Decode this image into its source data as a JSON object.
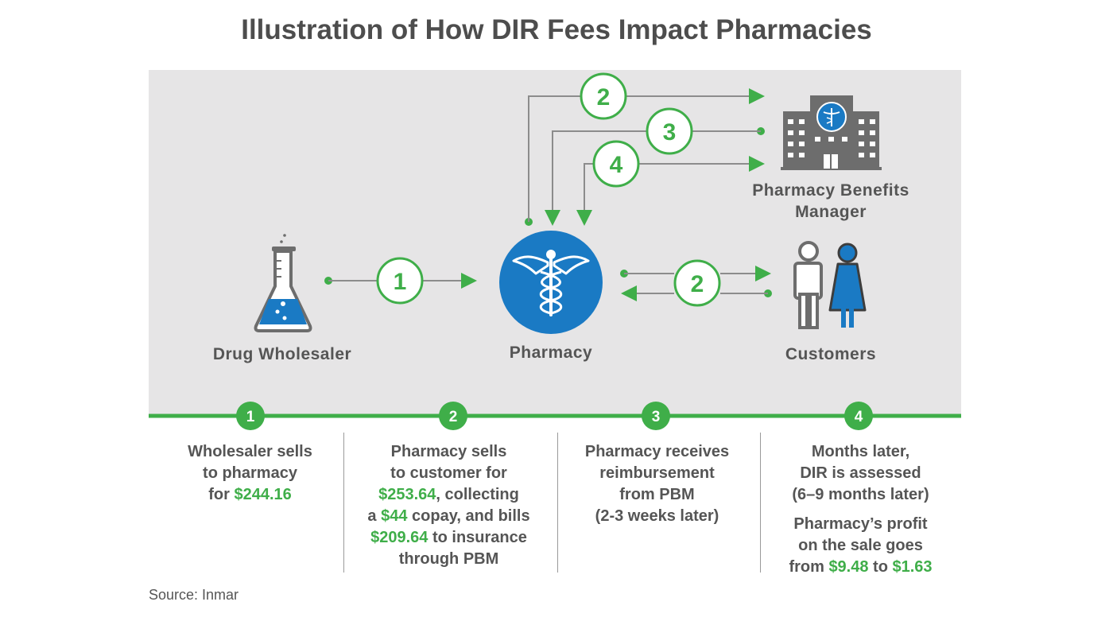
{
  "title": "Illustration of How DIR Fees Impact Pharmacies",
  "nodes": {
    "wholesaler": "Drug Wholesaler",
    "pharmacy": "Pharmacy",
    "pbm_line1": "Pharmacy Benefits",
    "pbm_line2": "Manager",
    "customers": "Customers"
  },
  "flow_badges": [
    "1",
    "2",
    "3",
    "4",
    "2"
  ],
  "steps": [
    {
      "num": "1",
      "lines": [
        "Wholesaler sells",
        "to pharmacy"
      ],
      "line3_pre": "for ",
      "line3_val": "$244.16"
    },
    {
      "num": "2",
      "l1": "Pharmacy sells",
      "l2": "to customer for",
      "l3_val": "$253.64",
      "l3_post": ", collecting",
      "l4_pre": "a ",
      "l4_val": "$44",
      "l4_post": " copay, and bills",
      "l5_val": "$209.64",
      "l5_post": " to insurance",
      "l6": "through PBM"
    },
    {
      "num": "3",
      "lines": [
        "Pharmacy receives",
        "reimbursement",
        "from PBM",
        "(2-3 weeks later)"
      ]
    },
    {
      "num": "4",
      "lines": [
        "Months later,",
        "DIR is assessed",
        "(6–9 months later)"
      ],
      "p2_l1": "Pharmacy’s profit",
      "p2_l2": "on the sale goes",
      "p2_pre": "from ",
      "p2_val1": "$9.48",
      "p2_mid": " to ",
      "p2_val2": "$1.63"
    }
  ],
  "source": "Source: Inmar",
  "colors": {
    "green": "#3fae49",
    "blue": "#1a7ac4",
    "panel_gray": "#e6e5e6",
    "icon_gray": "#6d6d6d",
    "line_gray": "#8c8c8c"
  }
}
